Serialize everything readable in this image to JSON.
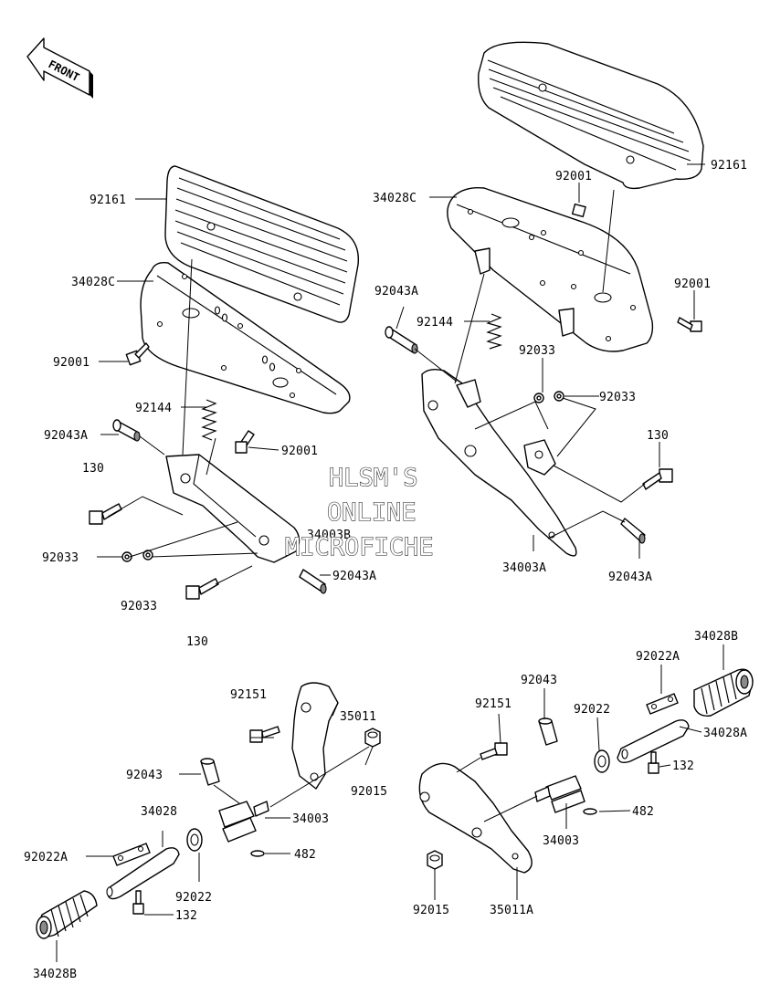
{
  "front_badge": {
    "text": "FRONT"
  },
  "watermark": {
    "line1": "HLSM'S",
    "line2": "ONLINE",
    "line3": "MICROFICHE"
  },
  "callouts": [
    "92161",
    "34028C",
    "92001",
    "92144",
    "92043A",
    "130",
    "92033",
    "92033",
    "92001",
    "34003B",
    "92043A",
    "130",
    "92161",
    "34028C",
    "92001",
    "92001",
    "92043A",
    "92144",
    "92033",
    "92033",
    "130",
    "34003A",
    "92043A",
    "92151",
    "35011",
    "92043",
    "92015",
    "34003",
    "34028",
    "92022A",
    "482",
    "92022",
    "132",
    "34028B",
    "92043",
    "92151",
    "92022A",
    "34028B",
    "92022",
    "34028A",
    "132",
    "482",
    "34003",
    "92015",
    "35011A"
  ],
  "colors": {
    "line": "#000000",
    "background": "#ffffff",
    "shade": "#8a8a8a"
  }
}
